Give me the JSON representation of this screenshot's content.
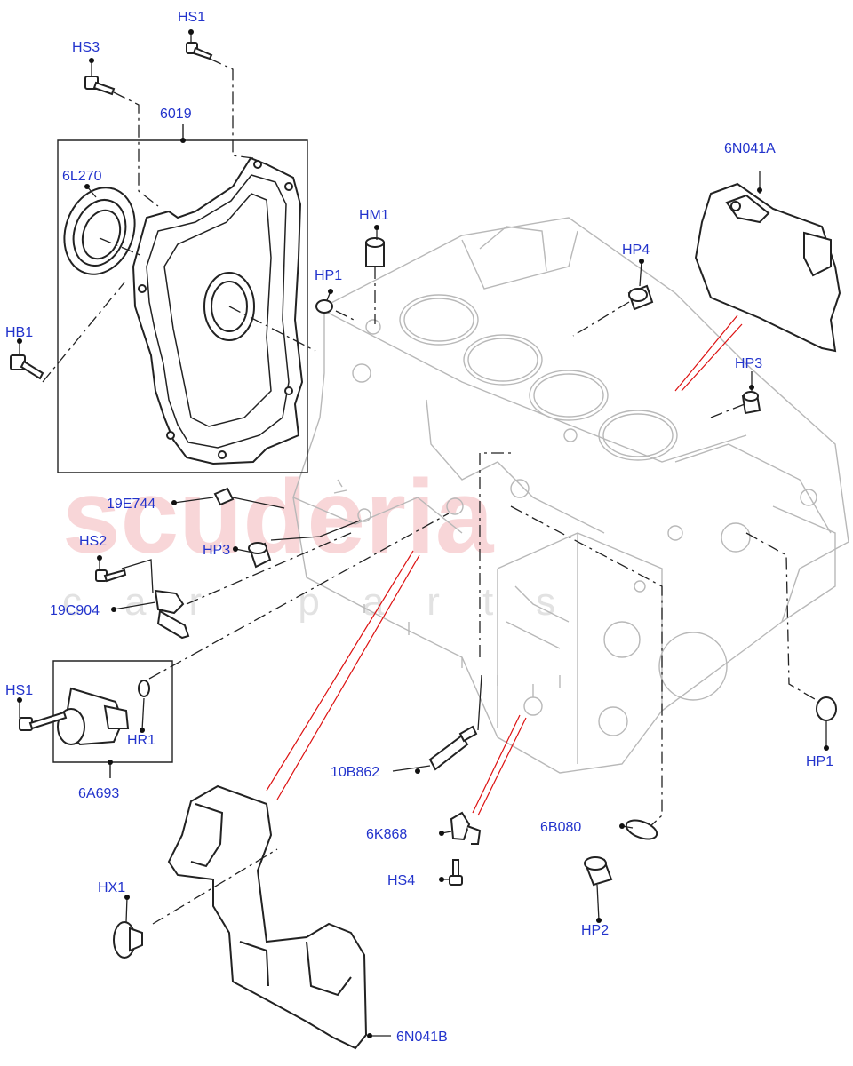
{
  "watermark": {
    "brand": "scuderia",
    "tagline": "car parts"
  },
  "labels": {
    "hs1_top": "HS1",
    "hs3": "HS3",
    "p6019": "6019",
    "p6l270": "6L270",
    "hb1": "HB1",
    "hm1": "HM1",
    "hp1_top": "HP1",
    "hp4": "HP4",
    "p6n041a": "6N041A",
    "hp3_right": "HP3",
    "p19e744": "19E744",
    "hp3_left": "HP3",
    "hs2": "HS2",
    "p19c904": "19C904",
    "hs1_left": "HS1",
    "hr1": "HR1",
    "p6a693": "6A693",
    "p10b862": "10B862",
    "p6k868": "6K868",
    "hs4": "HS4",
    "p6b080": "6B080",
    "hp2": "HP2",
    "hp1_right": "HP1",
    "hx1": "HX1",
    "p6n041b": "6N041B"
  },
  "colors": {
    "label": "#2233cc",
    "leader": "#222222",
    "reference_line": "#dd1111",
    "watermark_red": "#f6c9cc",
    "block_outline": "#b8b8b8"
  }
}
